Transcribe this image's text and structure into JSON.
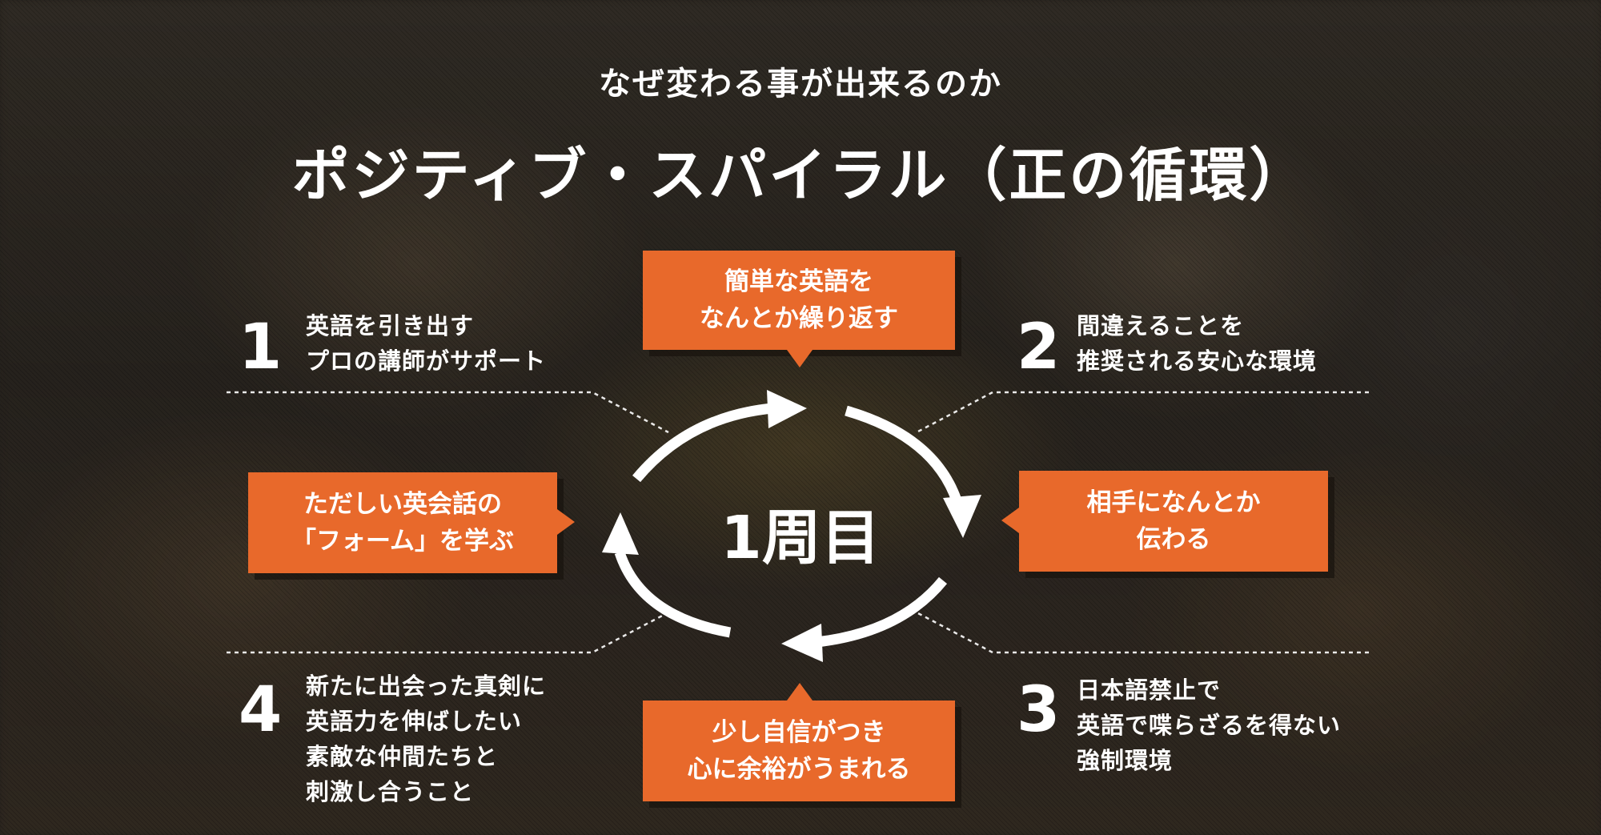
{
  "header": {
    "subtitle": "なぜ変わる事が出来るのか",
    "title": "ポジティブ・スパイラル（正の循環）"
  },
  "cycle": {
    "center_label": "1周目",
    "boxes": {
      "top": [
        "簡単な英語を",
        "なんとか繰り返す"
      ],
      "right": [
        "相手になんとか",
        "伝わる"
      ],
      "bottom": [
        "少し自信がつき",
        "心に余裕がうまれる"
      ],
      "left": [
        "ただしい英会話の",
        "「フォーム」を学ぶ"
      ]
    }
  },
  "steps": [
    {
      "number": "1",
      "lines": [
        "英語を引き出す",
        "プロの講師がサポート"
      ]
    },
    {
      "number": "2",
      "lines": [
        "間違えることを",
        "推奨される安心な環境"
      ]
    },
    {
      "number": "3",
      "lines": [
        "日本語禁止で",
        "英語で喋らざるを得ない",
        "強制環境"
      ]
    },
    {
      "number": "4",
      "lines": [
        "新たに出会った真剣に",
        "英語力を伸ばしたい",
        "素敵な仲間たちと",
        "刺激し合うこと"
      ]
    }
  ],
  "colors": {
    "accent": "#e8692b",
    "text": "#ffffff"
  }
}
